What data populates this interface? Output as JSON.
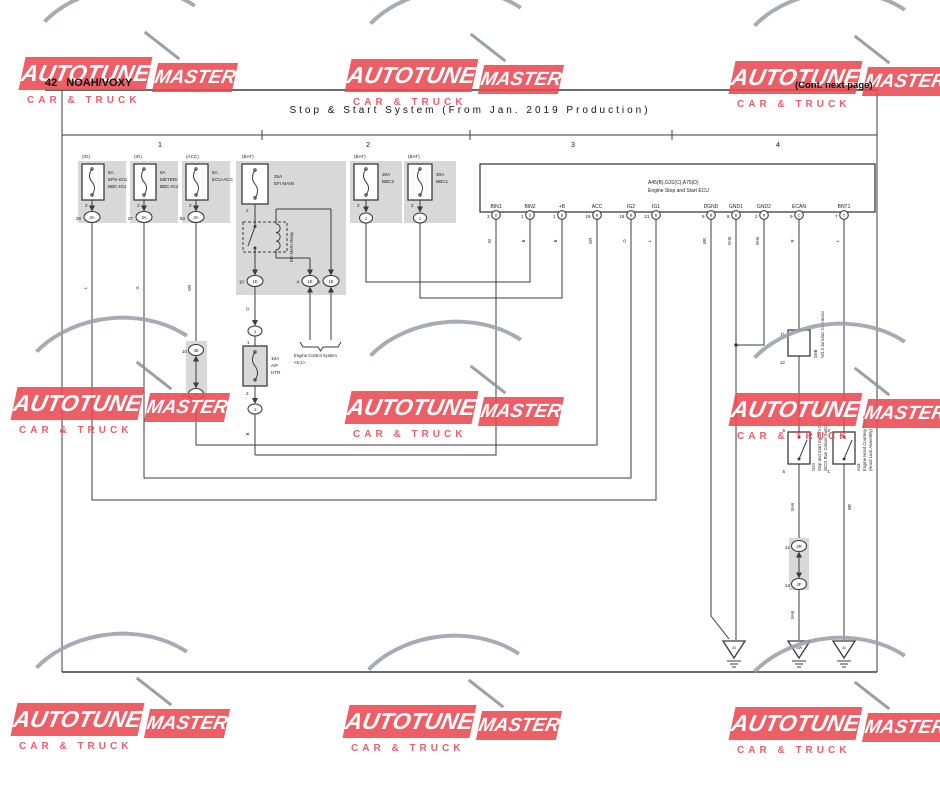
{
  "header": {
    "page_num": "42",
    "model": "NOAH/VOXY",
    "cont_note": "(Cont. next page)"
  },
  "title": "Stop & Start System (From Jan. 2019 Production)",
  "columns": [
    "1",
    "2",
    "3",
    "4"
  ],
  "watermark": {
    "word1": "AUTOTUNE",
    "word2": "MASTER",
    "tagline": "CAR & TRUCK",
    "red": "#ea4a51",
    "arc_gray": "#99a1a9"
  },
  "fuses": [
    {
      "tag": "(IG)",
      "lines": [
        "5A",
        "EPS-IG1/",
        "BBC-IG1"
      ],
      "pin": "2",
      "conn_no": "28",
      "conn": "3A"
    },
    {
      "tag": "(IG)",
      "lines": [
        "5A",
        "METER/",
        "BBC-IG2"
      ],
      "pin": "2",
      "conn_no": "27",
      "conn": "3A"
    },
    {
      "tag": "(ACC)",
      "lines": [
        "5A",
        "ECU-ACC"
      ],
      "pin": "2",
      "conn_no": "53",
      "conn": "3A"
    },
    {
      "tag": "(BAT)",
      "lines": [
        "25A",
        "EFI MAIN"
      ],
      "pin": "2"
    },
    {
      "tag": "(BAT)",
      "lines": [
        "30A",
        "BBC2"
      ],
      "pin": "2",
      "conn": "1"
    },
    {
      "tag": "(BAT)",
      "lines": [
        "30A",
        "BBC1"
      ],
      "pin": "2",
      "conn": "1"
    }
  ],
  "relay": {
    "name": "EFI MAIN Relay",
    "conns": [
      {
        "no": "10",
        "code": "1E"
      },
      {
        "no": "4",
        "code": "1E"
      },
      {
        "no": "8",
        "code": "1E"
      }
    ]
  },
  "af_fuse": {
    "lines": [
      "10A",
      "A/F",
      "HTR"
    ],
    "pin_top": "1",
    "pin_bottom": "2",
    "conn_top": "1",
    "conn_bottom": "1"
  },
  "ecs": {
    "line1": "Engine Control System",
    "line2": "<5-1>"
  },
  "mid_connector": {
    "top_no": "10",
    "top_code": "4E",
    "bottom_no": "11",
    "bottom_code": "4E"
  },
  "ecu": {
    "code": "A45(B),G31(C),A75(D)",
    "name": "Engine Stop and Start ECU",
    "pins": [
      {
        "label": "BIN1",
        "no": "3",
        "letter": "D",
        "color": "W"
      },
      {
        "label": "BIN2",
        "no": "1",
        "letter": "D",
        "color": "B"
      },
      {
        "label": "+B",
        "no": "1",
        "letter": "B",
        "color": "B"
      },
      {
        "label": "ACC",
        "no": "19",
        "letter": "B",
        "color": "GR"
      },
      {
        "label": "IG2",
        "no": "18",
        "letter": "B",
        "color": "O"
      },
      {
        "label": "IG1",
        "no": "21",
        "letter": "B",
        "color": "L"
      },
      {
        "label": "DGND",
        "no": "6",
        "letter": "B",
        "color": "BR"
      },
      {
        "label": "GND1",
        "no": "8",
        "letter": "B",
        "color": "W-B"
      },
      {
        "label": "GND2",
        "no": "2",
        "letter": "B",
        "color": "W-B"
      },
      {
        "label": "ECAN",
        "no": "9",
        "letter": "C",
        "color": "R"
      },
      {
        "label": "BNT1",
        "no": "7",
        "letter": "C",
        "color": "L"
      }
    ]
  },
  "junction": {
    "pin_top": "11",
    "pin_bottom": "12",
    "lines": [
      "G8B",
      "NO.3 Junction Connector"
    ]
  },
  "switch_g24": {
    "pin_top": "6",
    "pin_bottom": "5",
    "lines": [
      "G24",
      "Stop and Start System Cancel Switch",
      "(ECO Run Cancel Switch)"
    ]
  },
  "switch_a18": {
    "pin_top": "2",
    "pin_bottom": "1",
    "lines": [
      "A18",
      "Engine Hood Courtesy Switch",
      "(Hood Lock Assembly)"
    ]
  },
  "lower_connector": {
    "top_no": "12",
    "top_code": "4R",
    "bottom_no": "12",
    "bottom_code": "4F"
  },
  "wire_labels": {
    "w1": "L",
    "w2": "G",
    "w3": "GR",
    "relay_out": "O",
    "af_out": "B",
    "g24_top": "W-B",
    "g24_bottom": "W-B",
    "a18_bottom": "BR"
  },
  "grounds": [
    "AI",
    "GW",
    "AI"
  ]
}
